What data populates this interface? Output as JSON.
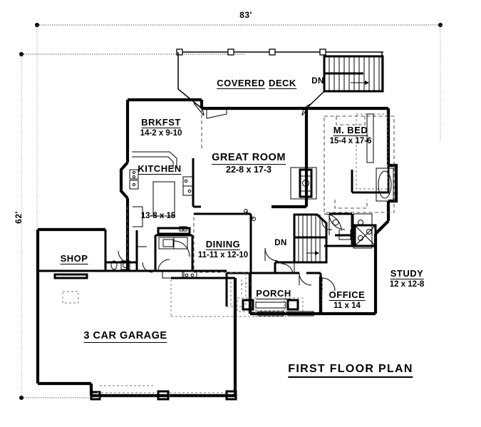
{
  "document": {
    "title": "FIRST FLOOR PLAN",
    "drawing_type": "residential architectural floor plan",
    "line_color": "#000000",
    "background_color": "#ffffff"
  },
  "overall_dimensions": {
    "width_label": "83'",
    "height_label": "62'"
  },
  "rooms": [
    {
      "key": "covered_deck",
      "name": "COVERED",
      "name2": "DECK",
      "dim": ""
    },
    {
      "key": "brkfst",
      "name": "BRKFST",
      "dim": "14-2 x 9-10"
    },
    {
      "key": "kitchen",
      "name": "KITCHEN",
      "dim": "13-8 x 15"
    },
    {
      "key": "great_room",
      "name": "GREAT ROOM",
      "dim": "22-8 x 17-3"
    },
    {
      "key": "m_bed",
      "name": "M. BED",
      "dim": "15-4 x 17-6"
    },
    {
      "key": "dining",
      "name": "DINING",
      "dim": "11-11 x 12-10"
    },
    {
      "key": "shop",
      "name": "SHOP",
      "dim": ""
    },
    {
      "key": "garage",
      "name": "3 CAR GARAGE",
      "dim": ""
    },
    {
      "key": "porch",
      "name": "PORCH",
      "dim": ""
    },
    {
      "key": "office",
      "name": "OFFICE",
      "dim": "11 x 14"
    },
    {
      "key": "study",
      "name": "STUDY",
      "dim": "12 x 12-8"
    }
  ],
  "annotations": [
    {
      "key": "dn_upper",
      "text": "DN"
    },
    {
      "key": "dn_center",
      "text": "DN"
    }
  ],
  "chart_data": {
    "type": "table",
    "title": "FIRST FLOOR PLAN",
    "categories": [
      "COVERED DECK",
      "BRKFST",
      "KITCHEN",
      "GREAT ROOM",
      "M. BED",
      "DINING",
      "SHOP",
      "3 CAR GARAGE",
      "PORCH",
      "OFFICE",
      "STUDY"
    ],
    "values": [
      "",
      "14-2 x 9-10",
      "13-8 x 15",
      "22-8 x 17-3",
      "15-4 x 17-6",
      "11-11 x 12-10",
      "",
      "",
      "",
      "11 x 14",
      "12 x 12-8"
    ],
    "xlabel": "83'",
    "ylabel": "62'"
  }
}
